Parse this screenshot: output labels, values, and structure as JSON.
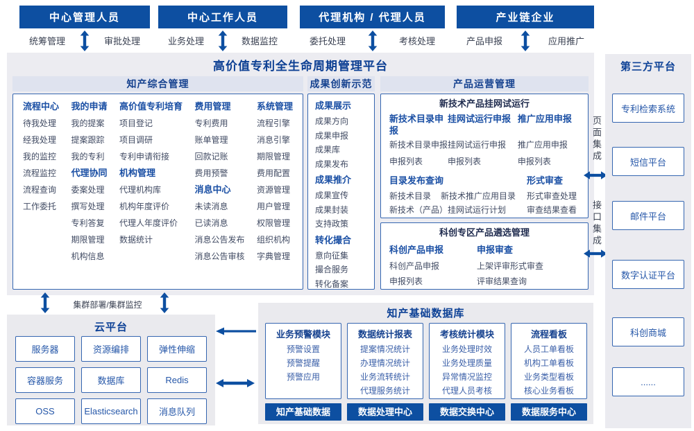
{
  "colors": {
    "primary": "#0d4fa1",
    "section_bar": "#dfe3ef",
    "panel_bg": "#ececf1",
    "box_border": "#3465b0"
  },
  "top_roles": [
    {
      "title": "中心管理人员",
      "left_label": "统筹管理",
      "right_label": "审批处理"
    },
    {
      "title": "中心工作人员",
      "left_label": "业务处理",
      "right_label": "数据监控"
    },
    {
      "title": "代理机构 / 代理人员",
      "left_label": "委托处理",
      "right_label": "考核处理"
    },
    {
      "title": "产业链企业",
      "left_label": "产品申报",
      "right_label": "应用推广"
    }
  ],
  "platform": {
    "title": "高价值专利全生命周期管理平台",
    "ip_management": {
      "title": "知产综合管理",
      "columns": [
        [
          {
            "header": "流程中心",
            "items": [
              "待我处理",
              "经我处理",
              "我的监控",
              "流程监控",
              "流程查询",
              "工作委托"
            ]
          }
        ],
        [
          {
            "header": "我的申请",
            "items": [
              "我的提案",
              "提案跟踪",
              "我的专利"
            ]
          },
          {
            "header": "代理协同",
            "items": [
              "委案处理",
              "撰写处理",
              "专利答复",
              "期限管理",
              "机构信息"
            ]
          }
        ],
        [
          {
            "header": "高价值专利培育",
            "items": [
              "项目登记",
              "项目调研",
              "专利申请衔接"
            ]
          },
          {
            "header": "机构管理",
            "items": [
              "代理机构库",
              "机构年度评价",
              "代理人年度评价",
              "数据统计"
            ]
          }
        ],
        [
          {
            "header": "费用管理",
            "items": [
              "专利费用",
              "账单管理",
              "回款记账",
              "费用预警"
            ]
          },
          {
            "header": "消息中心",
            "items": [
              "未读消息",
              "已读消息",
              "消息公告发布",
              "消息公告审核"
            ]
          }
        ],
        [
          {
            "header": "系统管理",
            "items": [
              "流程引擎",
              "消息引擎",
              "期限管理",
              "费用配置",
              "资源管理",
              "用户管理",
              "权限管理",
              "组织机构",
              "字典管理"
            ]
          }
        ]
      ]
    },
    "innovation": {
      "title": "成果创新示范",
      "groups": [
        {
          "header": "成果展示",
          "items": [
            "成果方向",
            "成果申报",
            "成果库",
            "成果发布"
          ]
        },
        {
          "header": "成果推介",
          "items": [
            "成果宣传",
            "成果封装",
            "支持政策"
          ]
        },
        {
          "header": "转化撮合",
          "items": [
            "意向征集",
            "撮合服务",
            "转化备案"
          ]
        }
      ]
    },
    "product_ops": {
      "title": "产品运营管理",
      "box1": {
        "title": "新技术产品挂网试运行",
        "groups": [
          {
            "header": "新技术目录申报",
            "items": [
              "新技术目录申报",
              "申报列表"
            ]
          },
          {
            "header": "挂网试运行申报",
            "items": [
              "挂网试运行申报",
              "申报列表"
            ]
          },
          {
            "header": "推广应用申报",
            "items": [
              "推广应用申报",
              "申报列表"
            ]
          }
        ],
        "catalog_query": {
          "header": "目录发布查询",
          "row1": [
            "新技术目录",
            "新技术推广应用目录"
          ],
          "row2": "新技术（产品）挂网试运行计划"
        },
        "formal_review": {
          "header": "形式审查",
          "items": [
            "形式审查处理",
            "审查结果查看"
          ]
        }
      },
      "box2": {
        "title": "科创专区产品遴选管理",
        "groups": [
          {
            "header": "科创产品申报",
            "items": [
              "科创产品申报",
              "申报列表"
            ]
          },
          {
            "header": "申报审查",
            "items": [
              "上架评审形式审查",
              "评审结果查询"
            ]
          }
        ]
      }
    }
  },
  "third_party": {
    "title": "第三方平台",
    "items": [
      "专利检索系统",
      "短信平台",
      "邮件平台",
      "数字认证平台",
      "科创商城",
      "......"
    ],
    "integrations": [
      {
        "label": "页面集成"
      },
      {
        "label": "接口集成"
      }
    ]
  },
  "cloud": {
    "title": "云平台",
    "bridge_label": "集群部署/集群监控",
    "items": [
      "服务器",
      "资源编排",
      "弹性伸缩",
      "容器服务",
      "数据库",
      "Redis",
      "OSS",
      "Elasticsearch",
      "消息队列"
    ]
  },
  "ip_database": {
    "title": "知产基础数据库",
    "modules": [
      {
        "header": "业务预警模块",
        "items": [
          "预警设置",
          "预警提醒",
          "预警应用"
        ]
      },
      {
        "header": "数据统计报表",
        "items": [
          "提案情况统计",
          "办理情况统计",
          "业务流转统计",
          "代理服务统计"
        ]
      },
      {
        "header": "考核统计模块",
        "items": [
          "业务处理时效",
          "业务处理质量",
          "异常情况监控",
          "代理人员考核"
        ]
      },
      {
        "header": "流程看板",
        "items": [
          "人员工单看板",
          "机构工单看板",
          "业务类型看板",
          "核心业务看板"
        ]
      }
    ],
    "centers": [
      "知产基础数据",
      "数据处理中心",
      "数据交换中心",
      "数据服务中心"
    ]
  }
}
